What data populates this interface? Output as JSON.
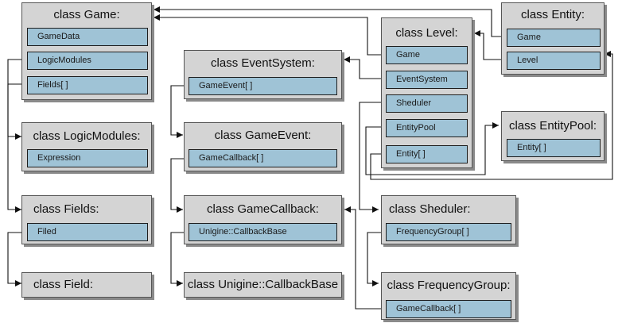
{
  "classes": {
    "game": {
      "title": "class Game:",
      "fields": [
        "GameData",
        "LogicModules",
        "Fields[ ]"
      ]
    },
    "entity": {
      "title": "class Entity:",
      "fields": [
        "Game",
        "Level"
      ]
    },
    "level": {
      "title": "class Level:",
      "fields": [
        "Game",
        "EventSystem",
        "Sheduler",
        "EntityPool",
        "Entity[ ]"
      ]
    },
    "event_system": {
      "title": "class EventSystem:",
      "fields": [
        "GameEvent[ ]"
      ]
    },
    "logic_modules": {
      "title": "class LogicModules:",
      "fields": [
        "Expression"
      ]
    },
    "game_event": {
      "title": "class GameEvent:",
      "fields": [
        "GameCallback[ ]"
      ]
    },
    "entity_pool": {
      "title": "class EntityPool:",
      "fields": [
        "Entity[ ]"
      ]
    },
    "fields": {
      "title": "class Fields:",
      "fields": [
        "Filed"
      ]
    },
    "game_callback": {
      "title": "class GameCallback:",
      "fields": [
        "Unigine::CallbackBase"
      ]
    },
    "sheduler": {
      "title": "class Sheduler:",
      "fields": [
        "FrequencyGroup[ ]"
      ]
    },
    "field": {
      "title": "class Field:",
      "fields": []
    },
    "callback_base": {
      "title": "class Unigine::CallbackBase",
      "fields": []
    },
    "frequency_group": {
      "title": "class FrequencyGroup:",
      "fields": [
        "GameCallback[ ]"
      ]
    }
  },
  "colors": {
    "box": "#d4d4d4",
    "field": "#9fc3d6",
    "border": "#1d1d1d",
    "shadow": "#8a8a8a",
    "line": "#111111"
  }
}
